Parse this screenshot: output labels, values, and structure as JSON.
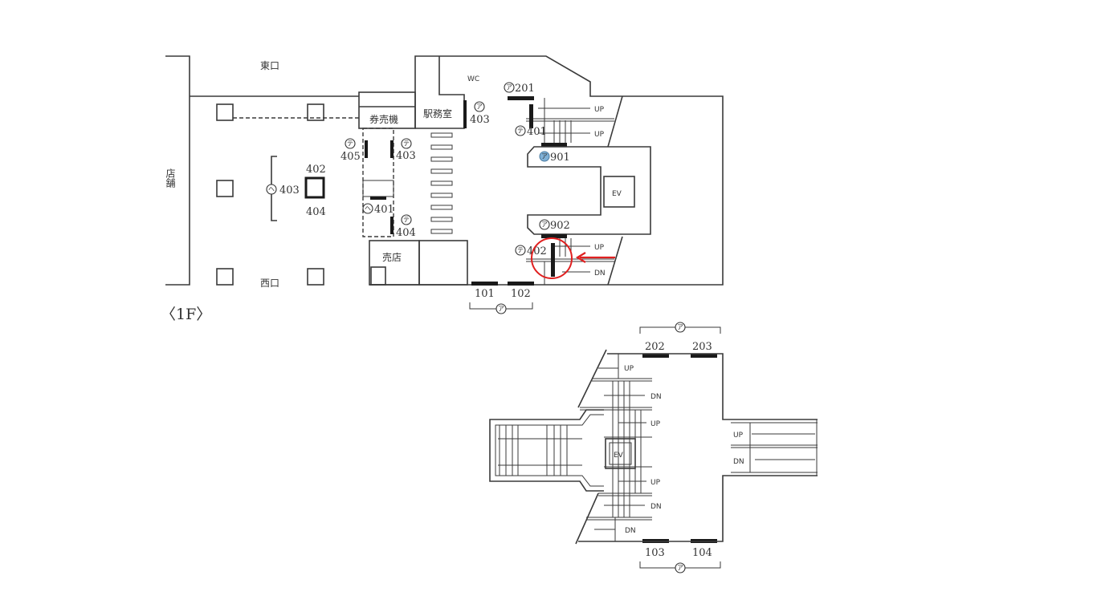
{
  "floor_1f": {
    "floor_label": "〈1F〉",
    "east_exit": "東口",
    "west_exit": "西口",
    "shops": "店舗",
    "ticket_machines": "券売機",
    "station_office": "駅務室",
    "wc": "WC",
    "kiosk": "売店",
    "ev": "EV",
    "stairs": {
      "up1": "UP",
      "up2": "UP",
      "up3": "UP",
      "dn1": "DN"
    },
    "markers": {
      "a201": {
        "glyph": "ア",
        "num": "201"
      },
      "a403_office": {
        "glyph": "ア",
        "num": "403"
      },
      "a401": {
        "glyph": "テ",
        "num": "401"
      },
      "a901": {
        "glyph": "ア",
        "num": "901",
        "highlight": "#7fb0d6"
      },
      "a902": {
        "glyph": "ア",
        "num": "902"
      },
      "a402": {
        "glyph": "テ",
        "num": "402"
      },
      "t405": {
        "glyph": "テ",
        "num": "405"
      },
      "t403": {
        "glyph": "テ",
        "num": "403"
      },
      "t404": {
        "glyph": "テ",
        "num": "404"
      },
      "h403": {
        "glyph": "ヘ",
        "num": "403"
      },
      "h401": {
        "glyph": "ヘ",
        "num": "401"
      },
      "p402": {
        "num": "402"
      },
      "p404": {
        "num": "404"
      },
      "b101": {
        "num": "101"
      },
      "b102": {
        "num": "102"
      },
      "b_group": {
        "glyph": "ア"
      }
    },
    "annotation_color": "#e02020"
  },
  "floor_2": {
    "ev": "EV",
    "stairs": {
      "up1": "UP",
      "dn1": "DN",
      "up2": "UP",
      "up3": "UP",
      "dn2": "DN",
      "dn3": "DN"
    },
    "walkway": {
      "up": "UP",
      "dn": "DN"
    },
    "top_group": {
      "glyph": "ア",
      "a": "202",
      "b": "203"
    },
    "bottom_group": {
      "glyph": "ア",
      "a": "103",
      "b": "104"
    }
  }
}
